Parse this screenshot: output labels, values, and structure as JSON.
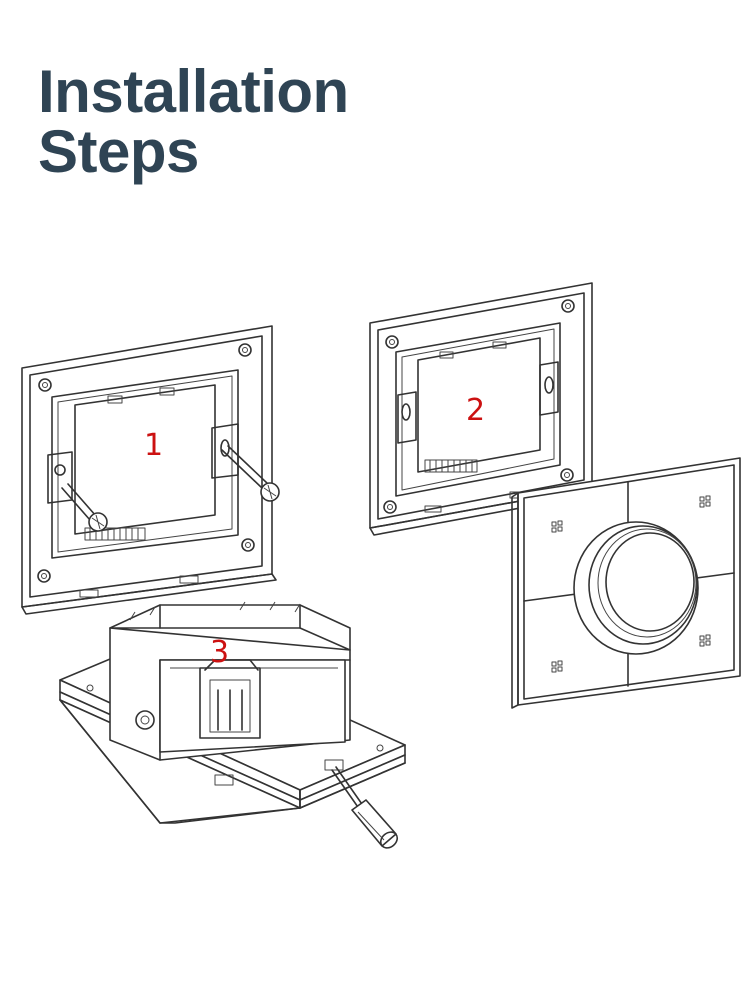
{
  "title": {
    "line1": "Installation",
    "line2": "Steps"
  },
  "steps": [
    {
      "number": "1",
      "label": "mount-frame-to-wall-box"
    },
    {
      "number": "2",
      "label": "frame-secured"
    },
    {
      "number": "3",
      "label": "insert-module-and-release-with-screwdriver"
    }
  ],
  "colors": {
    "title": "#2f4454",
    "step_number": "#cc1111",
    "line": "#333333"
  },
  "icons": [
    "screw-icon",
    "screwdriver-icon",
    "dial-knob-icon",
    "touch-key-icon"
  ]
}
